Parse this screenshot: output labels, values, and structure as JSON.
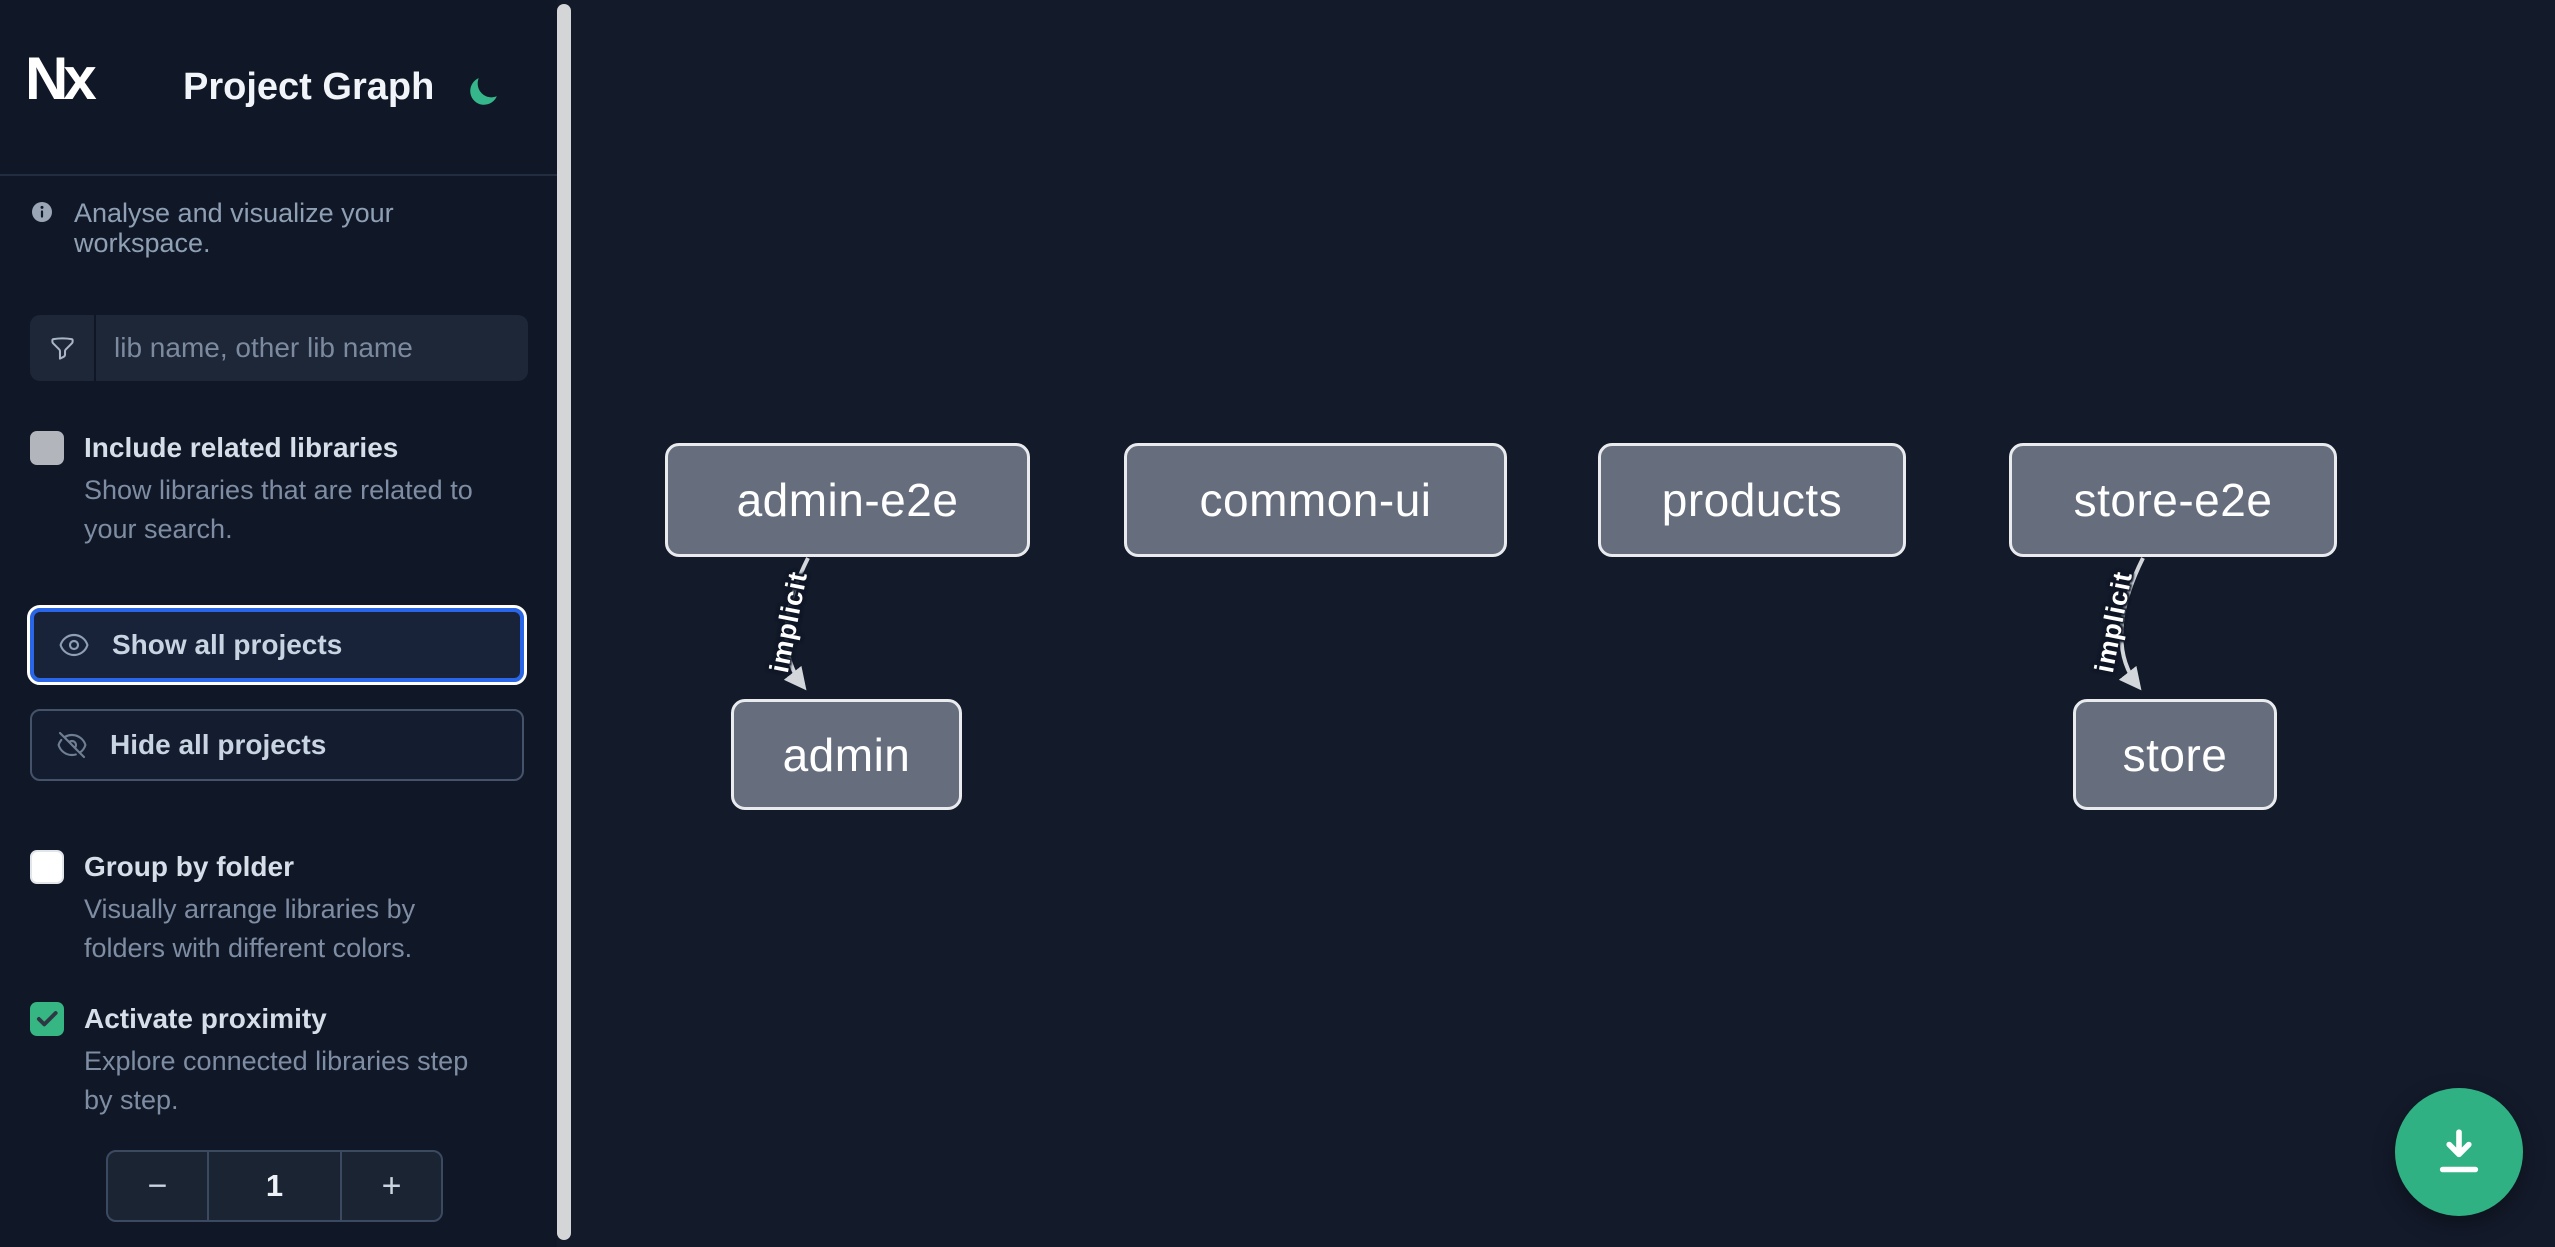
{
  "app": {
    "title": "Project Graph",
    "logo_text": "Nx"
  },
  "theme": {
    "accent_green": "#35b683",
    "focus_blue": "#2a66e8",
    "fab_green": "#2fb183",
    "node_fill": "#666e7e",
    "node_border": "#e9ebee",
    "edge_color": "#d3d7dc",
    "sidebar_bg": "#101827",
    "canvas_bg": "#131a2a"
  },
  "sidebar": {
    "tagline": "Analyse and visualize your workspace.",
    "search": {
      "placeholder": "lib name, other lib name"
    },
    "options": [
      {
        "label": "Include related libraries",
        "description": "Show libraries that are related to\nyour search.",
        "checked": false,
        "disabled": true
      },
      {
        "label": "Group by folder",
        "description": "Visually arrange libraries by\nfolders with different colors.",
        "checked": false,
        "disabled": false
      },
      {
        "label": "Activate proximity",
        "description": "Explore connected libraries step\nby step.",
        "checked": true,
        "disabled": false
      }
    ],
    "buttons": [
      {
        "label": "Show all projects"
      },
      {
        "label": "Hide all projects"
      }
    ],
    "stepper": {
      "decrement": "−",
      "value": "1",
      "increment": "+"
    }
  },
  "graph": {
    "nodes": [
      {
        "label": "admin-e2e"
      },
      {
        "label": "common-ui"
      },
      {
        "label": "products"
      },
      {
        "label": "store-e2e"
      },
      {
        "label": "admin"
      },
      {
        "label": "store"
      }
    ],
    "edges": [
      {
        "source": "admin-e2e",
        "target": "admin",
        "label": "implicit"
      },
      {
        "source": "store-e2e",
        "target": "store",
        "label": "implicit"
      }
    ]
  }
}
